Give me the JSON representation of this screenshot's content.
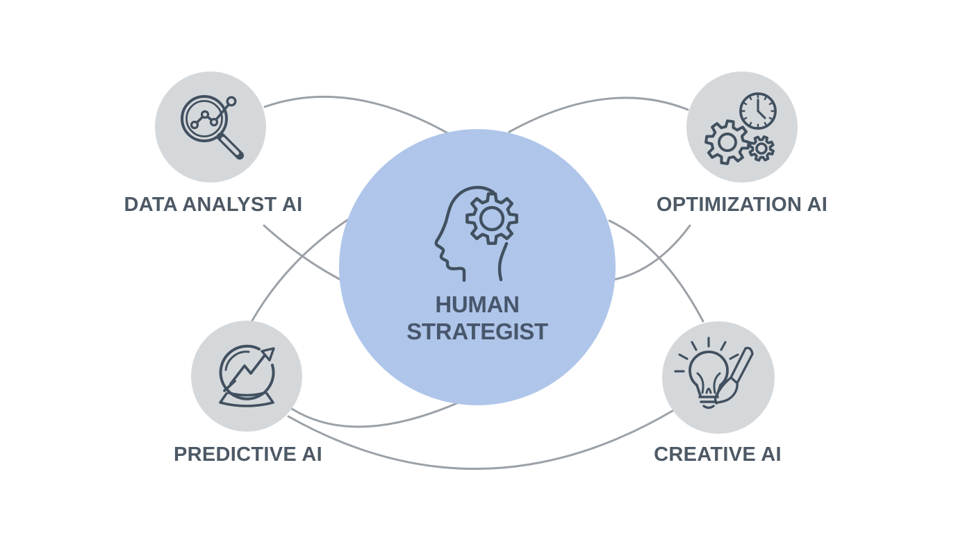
{
  "diagram": {
    "title": "Human strategist with four AI assistants",
    "center": {
      "line1": "HUMAN",
      "line2": "STRATEGIST",
      "icon": "head-with-gear"
    },
    "nodes": [
      {
        "id": "data-analyst",
        "label": "DATA ANALYST AI",
        "icon": "magnifier-with-chart",
        "position": "top-left"
      },
      {
        "id": "optimization",
        "label": "OPTIMIZATION AI",
        "icon": "gears-and-clock",
        "position": "top-right"
      },
      {
        "id": "predictive",
        "label": "PREDICTIVE AI",
        "icon": "crystal-ball-trend",
        "position": "bottom-left"
      },
      {
        "id": "creative",
        "label": "CREATIVE AI",
        "icon": "lightbulb-and-brush",
        "position": "bottom-right"
      }
    ],
    "colors": {
      "background": "#ffffff",
      "center_circle": "#afc6ea",
      "node_circle": "#d5d8db",
      "connector_line": "#9ba1a7",
      "icon_stroke": "#41505f",
      "label_text": "#4d5965",
      "center_text": "#48566c"
    }
  }
}
